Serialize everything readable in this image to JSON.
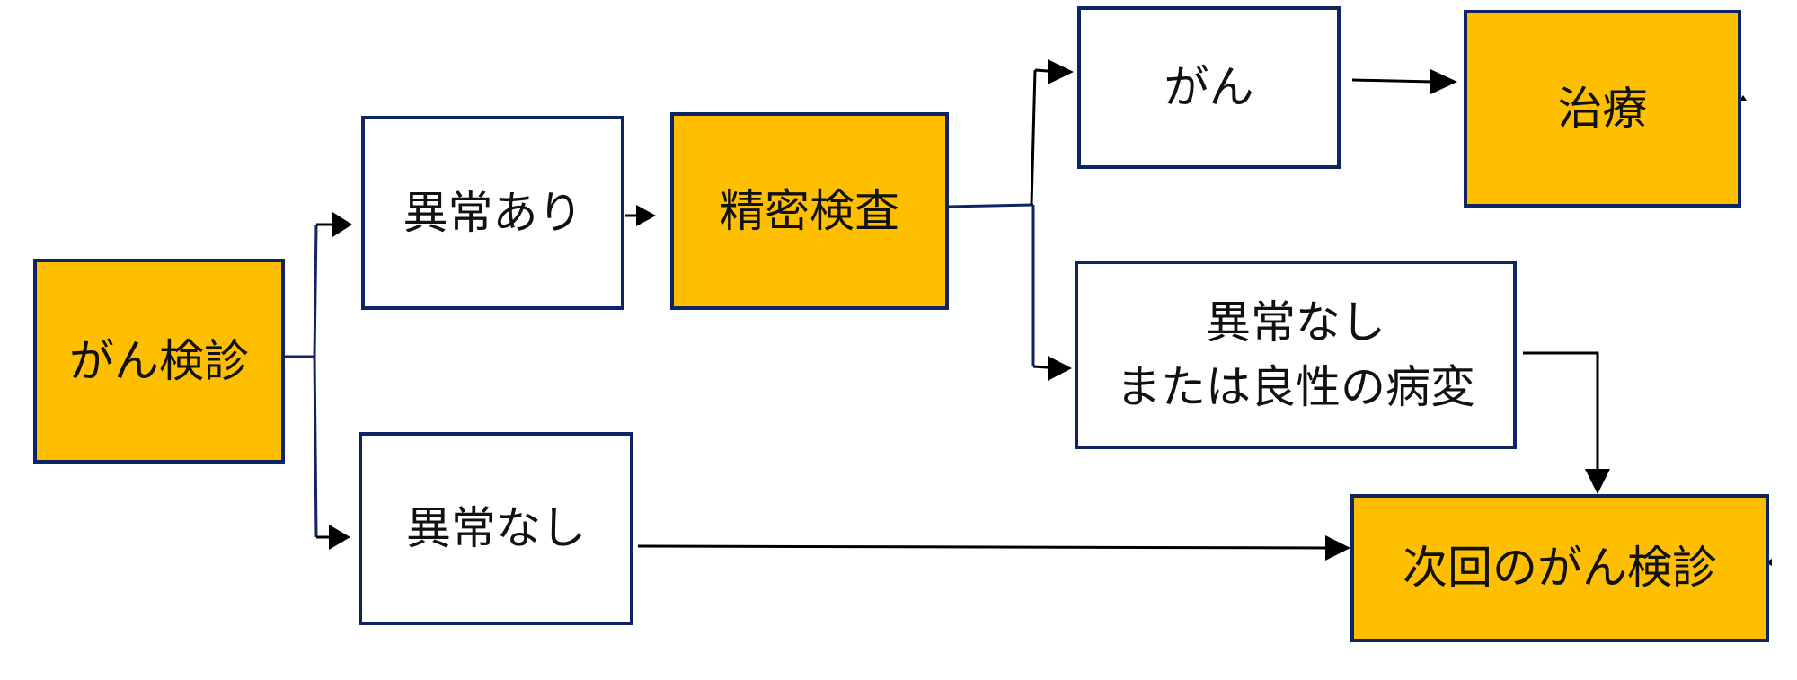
{
  "colors": {
    "highlight_fill": "#fdbf00",
    "box_border": "#0f2463",
    "connector_line": "#0f2463",
    "arrow_head": "#000000"
  },
  "nodes": {
    "screening": "がん検診",
    "abnormal": "異常あり",
    "normal": "異常なし",
    "detailed_exam": "精密検査",
    "cancer": "がん",
    "treatment": "治療",
    "no_abnormality_line1": "異常なし",
    "no_abnormality_line2": "または良性の病変",
    "next_screening": "次回のがん検診"
  },
  "edges": [
    {
      "from": "screening",
      "to": "abnormal"
    },
    {
      "from": "screening",
      "to": "normal"
    },
    {
      "from": "abnormal",
      "to": "detailed_exam"
    },
    {
      "from": "detailed_exam",
      "to": "cancer"
    },
    {
      "from": "detailed_exam",
      "to": "no_abnormality"
    },
    {
      "from": "cancer",
      "to": "treatment"
    },
    {
      "from": "no_abnormality",
      "to": "next_screening"
    },
    {
      "from": "normal",
      "to": "next_screening"
    }
  ]
}
